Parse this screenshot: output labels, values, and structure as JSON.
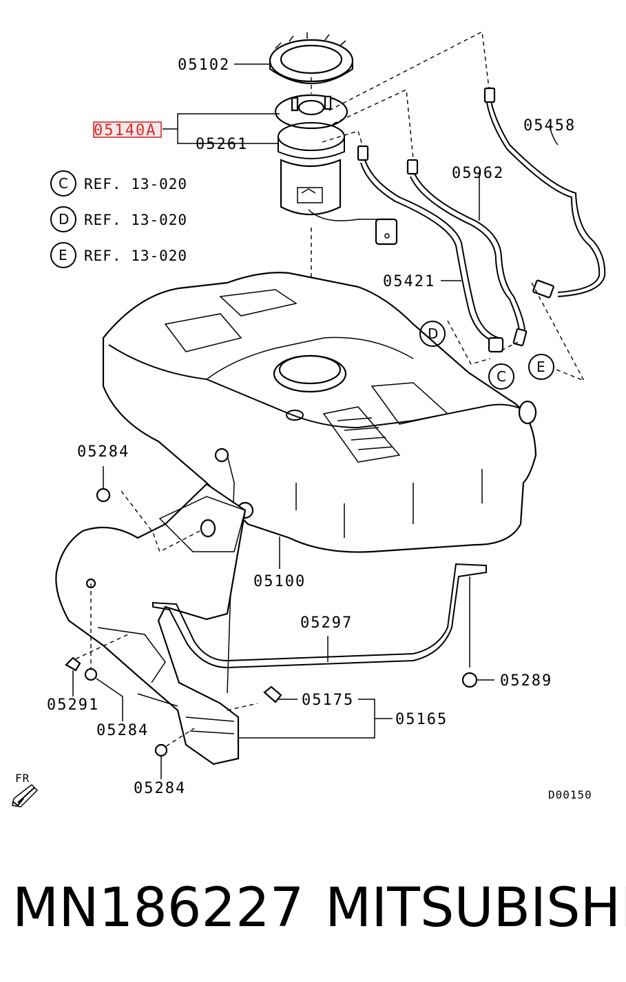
{
  "diagram": {
    "highlighted_part": "05140A",
    "parts": {
      "p05102": "05102",
      "p05261": "05261",
      "p05458": "05458",
      "p05962": "05962",
      "p05421": "05421",
      "p05284_a": "05284",
      "p05100": "05100",
      "p05297": "05297",
      "p05289": "05289",
      "p05291": "05291",
      "p05175": "05175",
      "p05165": "05165",
      "p05284_b": "05284",
      "p05284_c": "05284"
    },
    "references": [
      {
        "letter": "C",
        "text": "REF. 13-020"
      },
      {
        "letter": "D",
        "text": "REF. 13-020"
      },
      {
        "letter": "E",
        "text": "REF. 13-020"
      }
    ],
    "callouts": {
      "d": "D",
      "c": "C",
      "e": "E"
    },
    "direction_label": "FR",
    "diagram_code": "D00150"
  },
  "footer": {
    "part_number": "MN186227",
    "brand": "MITSUBISHI"
  }
}
